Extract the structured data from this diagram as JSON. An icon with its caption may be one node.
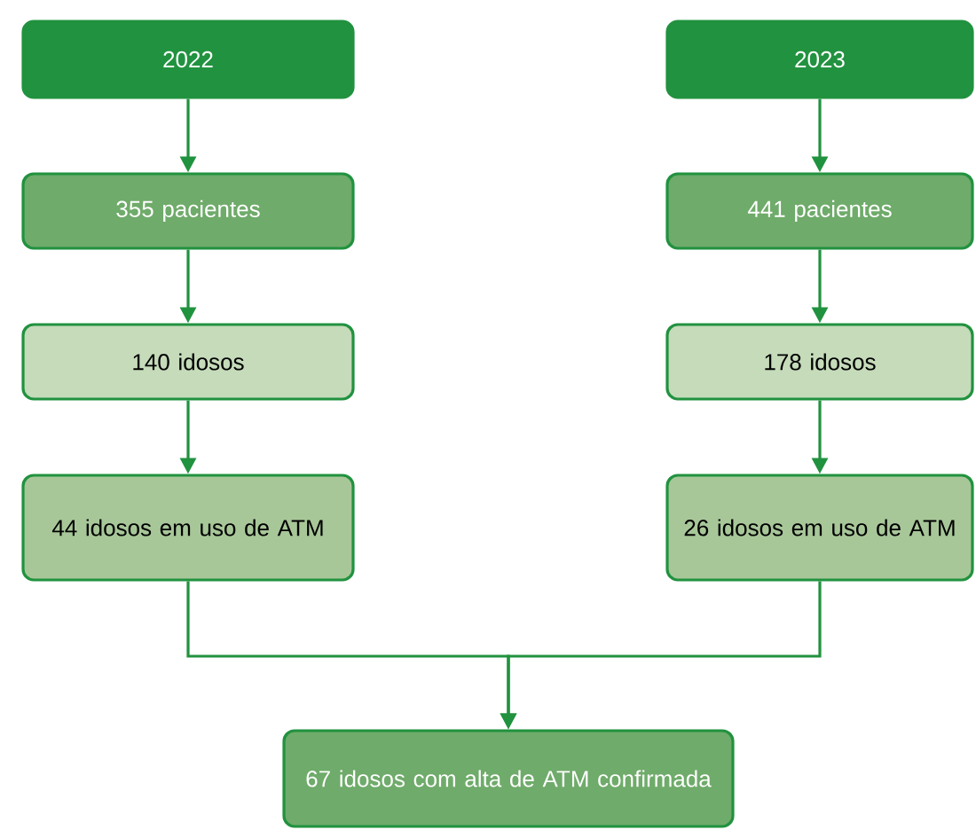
{
  "diagram": {
    "nodes": [
      {
        "text": [
          "2022"
        ]
      },
      {
        "text": [
          "2023"
        ]
      },
      {
        "text": [
          "355 pacientes"
        ]
      },
      {
        "text": [
          "441 pacientes"
        ]
      },
      {
        "text": [
          "140 idosos"
        ]
      },
      {
        "text": [
          "178 idosos"
        ]
      },
      {
        "text": [
          "44 idosos em uso de ATM"
        ]
      },
      {
        "text": [
          "26 idosos em uso de ATM"
        ]
      },
      {
        "text": [
          "67 idosos com alta de ATM confirmada"
        ]
      }
    ],
    "edges": [
      {
        "from": 0,
        "to": 2,
        "arrow": "to"
      },
      {
        "from": 2,
        "to": 4,
        "arrow": "to"
      },
      {
        "from": 4,
        "to": 6,
        "arrow": "to"
      },
      {
        "from": 1,
        "to": 3,
        "arrow": "to"
      },
      {
        "from": 3,
        "to": 5,
        "arrow": "to"
      },
      {
        "from": 5,
        "to": 7,
        "arrow": "to"
      },
      {
        "from": 6,
        "to": 8,
        "arrow": "to"
      },
      {
        "from": 7,
        "to": 8,
        "arrow": "to"
      }
    ]
  }
}
